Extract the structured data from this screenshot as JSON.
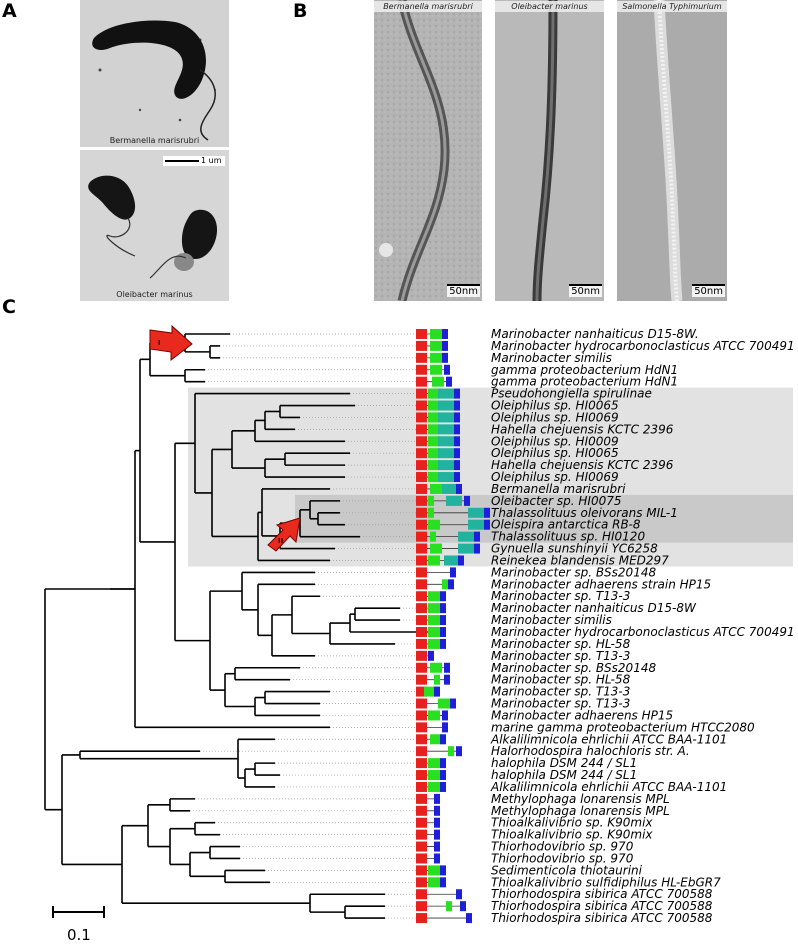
{
  "panel_labels": {
    "a": "A",
    "b": "B",
    "c": "C"
  },
  "panel_a": {
    "top_caption": "Bermanella marisrubri",
    "bottom_caption": "Oleibacter marinus",
    "scalebar": "1 um"
  },
  "panel_b": [
    {
      "title": "Bermanella marisrubri",
      "scalebar": "50nm"
    },
    {
      "title": "Oleibacter marinus",
      "scalebar": "50nm"
    },
    {
      "title": "Salmonella Typhimurium",
      "scalebar": "50nm"
    }
  ],
  "panel_c": {
    "scale_label": "0.1",
    "arrow_labels": [
      "I",
      "II"
    ],
    "colors": {
      "domain_red": "#e8201e",
      "domain_green": "#28e020",
      "domain_teal": "#22b39e",
      "domain_blue": "#1d20d8",
      "highlight_outer": "#e2e2e2",
      "highlight_inner": "#c9c9c9",
      "arrow": "#e82a1e"
    },
    "taxa": [
      "Marinobacter nanhaiticus D15-8W.",
      "Marinobacter hydrocarbonoclasticus ATCC 700491",
      "Marinobacter similis",
      "gamma proteobacterium HdN1",
      "gamma proteobacterium HdN1",
      "Pseudohongiella spirulinae",
      "Oleiphilus sp. HI0065",
      "Oleiphilus sp. HI0069",
      "Hahella chejuensis KCTC 2396",
      "Oleiphilus sp. HI0009",
      "Oleiphilus sp. HI0065",
      "Hahella chejuensis KCTC 2396",
      "Oleiphilus sp. HI0069",
      "Bermanella marisrubri",
      "Oleibacter sp. HI0075",
      "Thalassolituus oleivorans MIL-1",
      "Oleispira antarctica RB-8",
      "Thalassolituus sp. HI0120",
      "Gynuella sunshinyii YC6258",
      "Reinekea blandensis MED297",
      "Marinobacter sp. BSs20148",
      "Marinobacter adhaerens strain HP15",
      "Marinobacter sp. T13-3",
      "Marinobacter nanhaiticus D15-8W",
      "Marinobacter similis",
      "Marinobacter hydrocarbonoclasticus ATCC 700491",
      "Marinobacter sp. HL-58",
      "Marinobacter sp. T13-3",
      "Marinobacter sp. BSs20148",
      "Marinobacter sp. HL-58",
      "Marinobacter sp. T13-3",
      "Marinobacter sp. T13-3",
      "Marinobacter adhaerens HP15",
      "marine gamma proteobacterium HTCC2080",
      "Alkalilimnicola ehrlichii ATCC BAA-1101",
      "Halorhodospira halochloris str. A.",
      "halophila DSM 244 / SL1",
      "halophila DSM 244 / SL1",
      "Alkalilimnicola ehrlichii ATCC BAA-1101",
      "Methylophaga lonarensis MPL",
      "Methylophaga lonarensis MPL",
      "Thioalkalivibrio sp. K90mix",
      "Thioalkalivibrio sp. K90mix",
      "Thiorhodovibrio sp. 970",
      "Thiorhodovibrio sp. 970",
      "Sedimenticola thiotaurini",
      "Thioalkalivibrio sulfidiphilus HL-EbGR7",
      "Thiorhodospira sibirica ATCC 700588",
      "Thiorhodospira sibirica ATCC 700588",
      "Thiorhodospira sibirica ATCC 700588"
    ]
  }
}
